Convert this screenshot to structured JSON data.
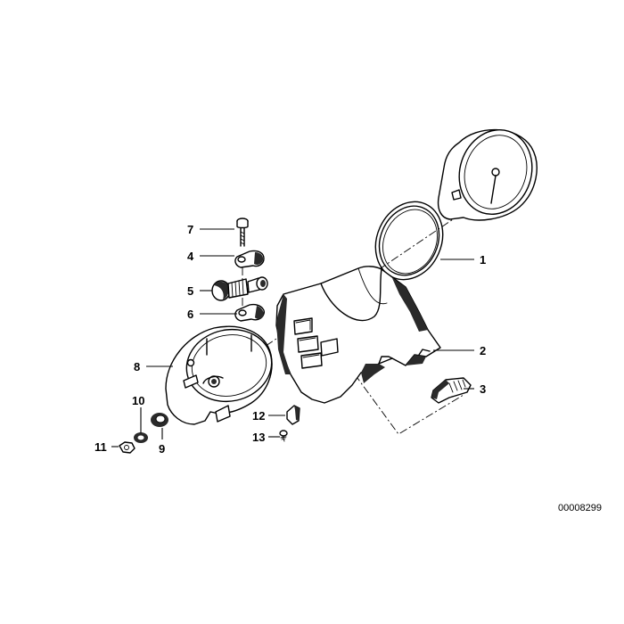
{
  "diagram": {
    "doc_id": "00008299",
    "callouts": [
      {
        "id": "c1",
        "label": "1"
      },
      {
        "id": "c2",
        "label": "2"
      },
      {
        "id": "c3",
        "label": "3"
      },
      {
        "id": "c4",
        "label": "4"
      },
      {
        "id": "c5",
        "label": "5"
      },
      {
        "id": "c6",
        "label": "6"
      },
      {
        "id": "c7",
        "label": "7"
      },
      {
        "id": "c8",
        "label": "8"
      },
      {
        "id": "c9",
        "label": "9"
      },
      {
        "id": "c10",
        "label": "10"
      },
      {
        "id": "c11",
        "label": "11"
      },
      {
        "id": "c12",
        "label": "12"
      },
      {
        "id": "c13",
        "label": "13"
      }
    ]
  }
}
